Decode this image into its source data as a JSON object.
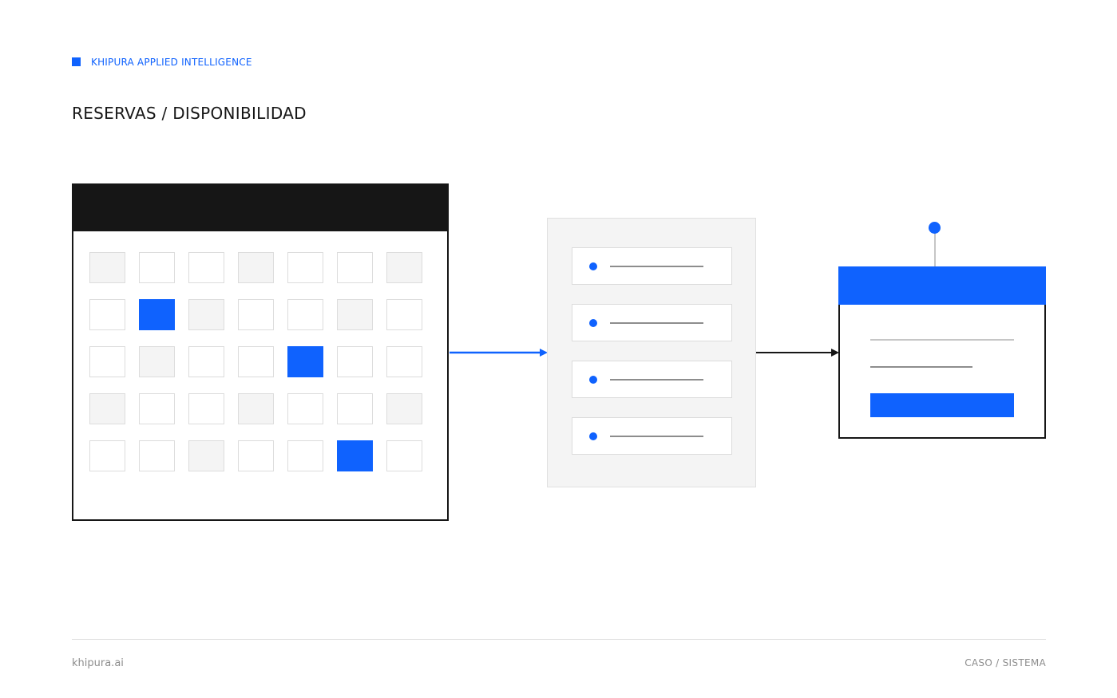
{
  "header": {
    "brand": "KHIPURA APPLIED INTELLIGENCE",
    "title": "RESERVAS / DISPONIBILIDAD"
  },
  "footer": {
    "site": "khipura.ai",
    "section": "CASO / SISTEMA"
  },
  "colors": {
    "accent": "#0f62fe",
    "ink": "#161616",
    "muted_fill": "#f4f4f4"
  },
  "calendar": {
    "columns": 7,
    "rows": [
      [
        "gray",
        "white",
        "white",
        "gray",
        "white",
        "white",
        "gray"
      ],
      [
        "white",
        "blue",
        "gray",
        "white",
        "white",
        "gray",
        "white"
      ],
      [
        "white",
        "gray",
        "white",
        "white",
        "blue",
        "white",
        "white"
      ],
      [
        "gray",
        "white",
        "white",
        "gray",
        "white",
        "white",
        "gray"
      ],
      [
        "white",
        "white",
        "gray",
        "white",
        "white",
        "blue",
        "white"
      ]
    ]
  },
  "list": {
    "item_count": 4
  }
}
